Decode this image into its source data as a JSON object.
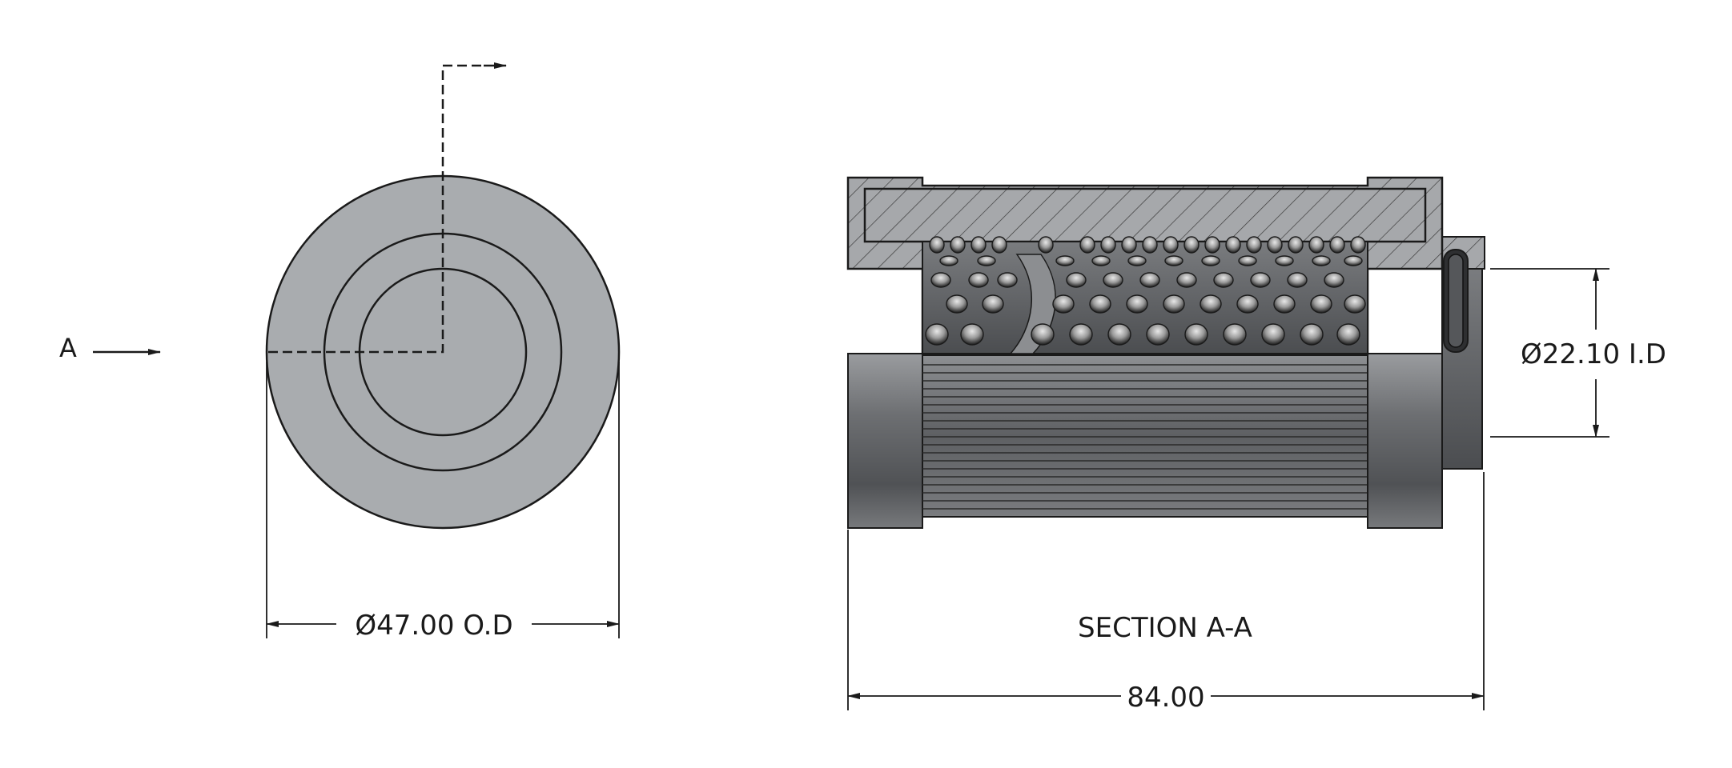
{
  "drawing": {
    "section_marker": "A",
    "section_title": "SECTION A-A",
    "dimensions": {
      "outer_diameter": "Ø47.00 O.D",
      "inner_diameter": "Ø22.10 I.D",
      "length": "84.00"
    }
  },
  "colors": {
    "part_gray": "#a9acaf",
    "steel_dark": "#6b6d70",
    "line": "#1a1a1a"
  }
}
